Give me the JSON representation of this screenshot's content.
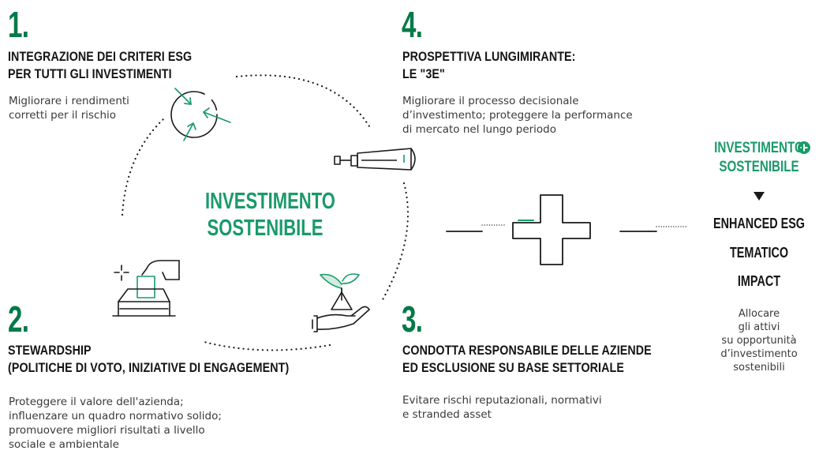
{
  "center": {
    "title": "INVESTIMENTO\nSOSTENIBILE"
  },
  "sections": [
    {
      "number": "1.",
      "heading": "INTEGRAZIONE DEI CRITERI ESG\nPER TUTTI GLI INVESTIMENTI",
      "body": "Migliorare i rendimenti\ncorretti per il rischio",
      "icon": "arrows-inward-circle-icon"
    },
    {
      "number": "2.",
      "heading": "STEWARDSHIP\n(POLITICHE DI VOTO, INIZIATIVE DI ENGAGEMENT)",
      "body": "Proteggere il valore dell'azienda;\ninfluenzare un quadro normativo solido;\npromuovere migliori risultati a livello\nsociale e ambientale",
      "icon": "ballot-box-icon"
    },
    {
      "number": "3.",
      "heading": "CONDOTTA RESPONSABILE DELLE AZIENDE\nED ESCLUSIONE SU BASE SETTORIALE",
      "body": "Evitare rischi reputazionali, normativi\ne stranded asset",
      "icon": "hand-with-sprout-icon"
    },
    {
      "number": "4.",
      "heading": "PROSPETTIVA LUNGIMIRANTE:\nLE \"3E\"",
      "body": "Migliorare il processo decisionale\nd’investimento; proteggere la performance\ndi mercato nel lungo periodo",
      "icon": "telescope-icon"
    }
  ],
  "right": {
    "title": "INVESTIMENTO\nSOSTENIBILE",
    "plus_icon": "plus-circle-icon",
    "arrow_icon": "triangle-down-icon",
    "items": [
      "ENHANCED ESG",
      "TEMATICO",
      "IMPACT"
    ],
    "body": "Allocare\ngli attivi\nsu opportunità\nd’investimento\nsostenibili"
  },
  "colors": {
    "accent": "#1a9a6a",
    "number": "#007a48",
    "text": "#141414",
    "body": "#3a3a3a"
  }
}
